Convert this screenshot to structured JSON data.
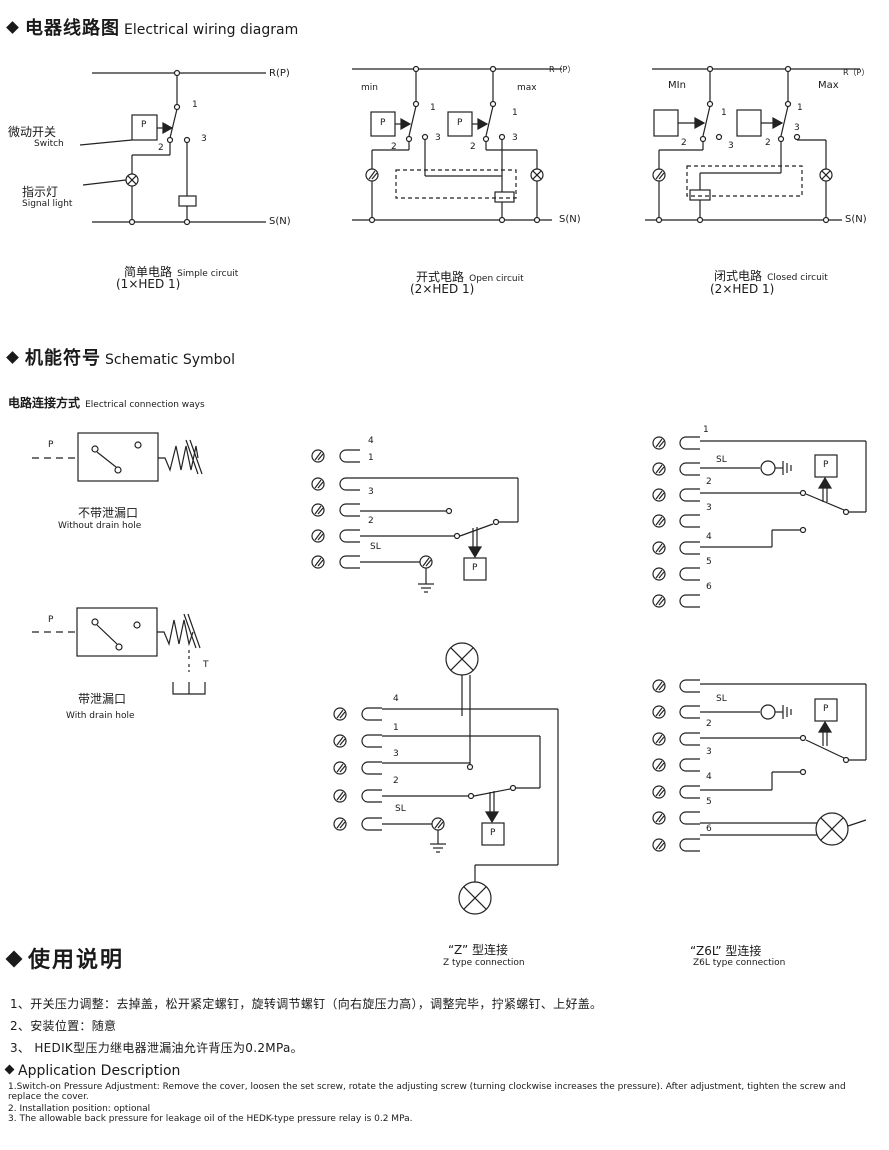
{
  "sections": {
    "wiring": {
      "zh": "电器线路图",
      "en": "Electrical wiring diagram"
    },
    "symbol": {
      "zh": "机能符号",
      "en": "Schematic Symbol"
    },
    "usage": {
      "zh": "使用说明"
    },
    "app_desc": "Application Description"
  },
  "wiring": {
    "switch_zh": "微动开关",
    "switch_en": "Switch",
    "signal_zh": "指示灯",
    "signal_en": "Signal light",
    "rp": "R(P)",
    "rp_spaced": "R（P）",
    "sn": "S(N)",
    "min": "min",
    "max": "max",
    "min2": "MIn",
    "max2": "Max",
    "p": "P",
    "t1": "1",
    "t2": "2",
    "t3": "3",
    "simple_zh": "简单电路",
    "simple_en": "Simple circuit",
    "simple_qty": "(1×HED 1)",
    "open_zh": "开式电路",
    "open_en": "Open circuit",
    "open_qty": "(2×HED 1)",
    "closed_zh": "闭式电路",
    "closed_en": "Closed circuit",
    "closed_qty": "(2×HED 1)"
  },
  "symbol": {
    "conn_zh": "电路连接方式",
    "conn_en": "Electrical connection ways",
    "p": "P",
    "t": "T",
    "no_drain_zh": "不带泄漏口",
    "no_drain_en": "Without drain hole",
    "drain_zh": "带泄漏口",
    "drain_en": "With drain hole",
    "n1": "1",
    "n2": "2",
    "n3": "3",
    "n4": "4",
    "n5": "5",
    "n6": "6",
    "sl": "SL",
    "z_zh": "“Z”  型连接",
    "z_en": "Z type connection",
    "z6l_zh": "“Z6L”  型连接",
    "z6l_en": "Z6L type connection"
  },
  "usage_lines": [
    "1、开关压力调整：去掉盖，松开紧定螺钉，旋转调节螺钉（向右旋压力高），调整完毕，拧紧螺钉、上好盖。",
    "2、安装位置：随意",
    "3、 HEDIK型压力继电器泄漏油允许背压为0.2MPa。"
  ],
  "app_lines": [
    "1.Switch-on Pressure Adjustment: Remove the cover, loosen the set screw, rotate the adjusting screw (turning clockwise increases the pressure). After adjustment, tighten the screw and replace the cover.",
    "2. Installation position: optional",
    "3. The allowable back pressure for leakage oil of the HEDK-type pressure relay is 0.2 MPa."
  ]
}
